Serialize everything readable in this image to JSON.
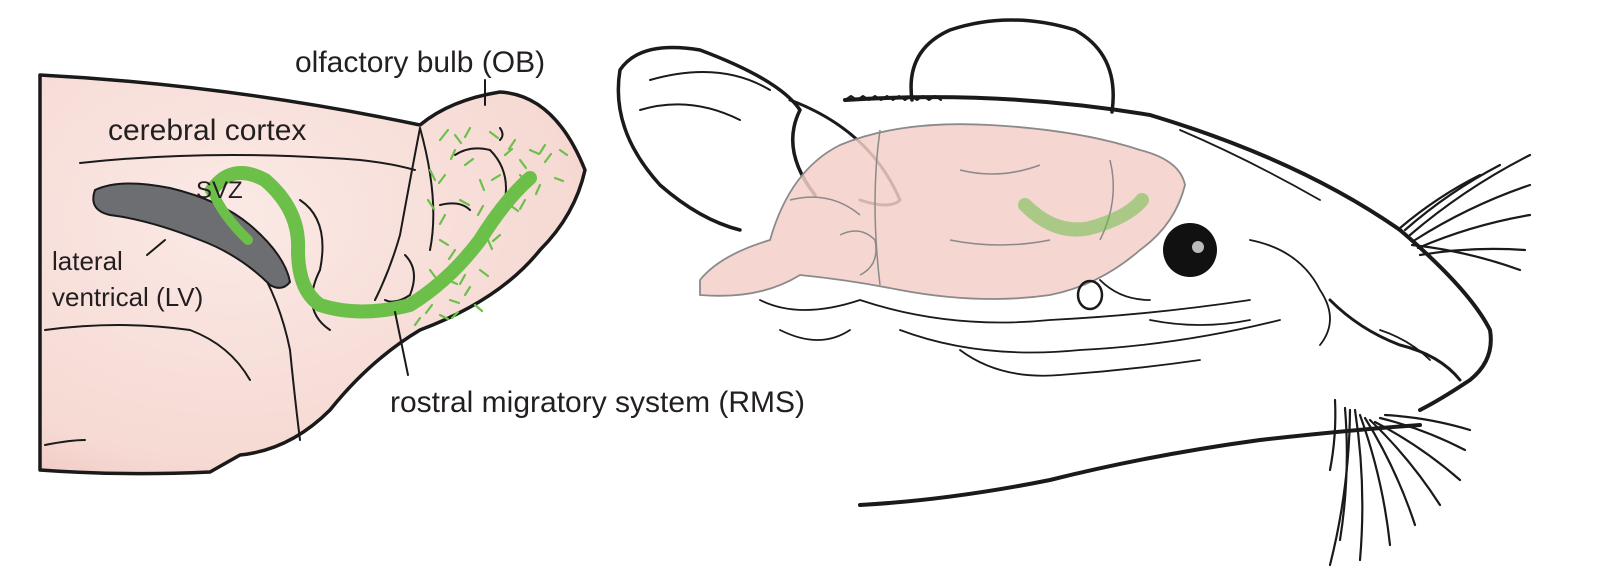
{
  "labels": {
    "olfactory_bulb": "olfactory bulb (OB)",
    "cerebral_cortex": "cerebral cortex",
    "svz": "SVZ",
    "lateral_ventrical_line1": "lateral",
    "lateral_ventrical_line2": "ventrical (LV)",
    "rms": "rostral migratory system (RMS)"
  },
  "colors": {
    "brain_fill": "#f6d9d3",
    "brain_edge": "#e8b6ad",
    "rms_green": "#6cc04a",
    "ventricle_gray": "#6d6e71",
    "outline": "#1a1a1a"
  }
}
